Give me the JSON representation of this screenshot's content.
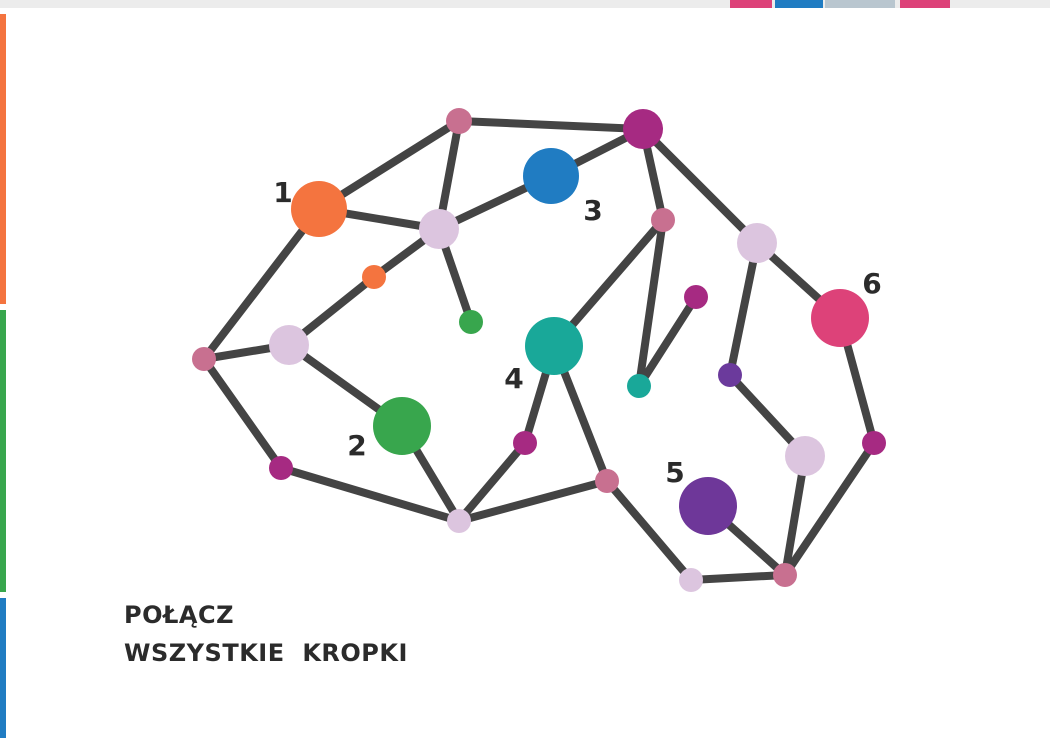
{
  "caption": {
    "line1": "POŁĄCZ",
    "line2": "WSZYSTKIE  KROPKI"
  },
  "colors": {
    "edge": "#444444",
    "orange": "#F4743F",
    "green": "#38A64D",
    "blue": "#207CC2",
    "teal": "#19A899",
    "purple": "#6E3799",
    "pink": "#DD4279",
    "magenta": "#A62A82",
    "mauve": "#C87090",
    "lavender": "#DCC5DF",
    "dark_purple": "#6B3A9C",
    "text": "#2b2b2b"
  },
  "numbered_dots": [
    {
      "label": "1",
      "color": "orange"
    },
    {
      "label": "2",
      "color": "green"
    },
    {
      "label": "3",
      "color": "blue"
    },
    {
      "label": "4",
      "color": "teal"
    },
    {
      "label": "5",
      "color": "purple"
    },
    {
      "label": "6",
      "color": "pink"
    }
  ]
}
